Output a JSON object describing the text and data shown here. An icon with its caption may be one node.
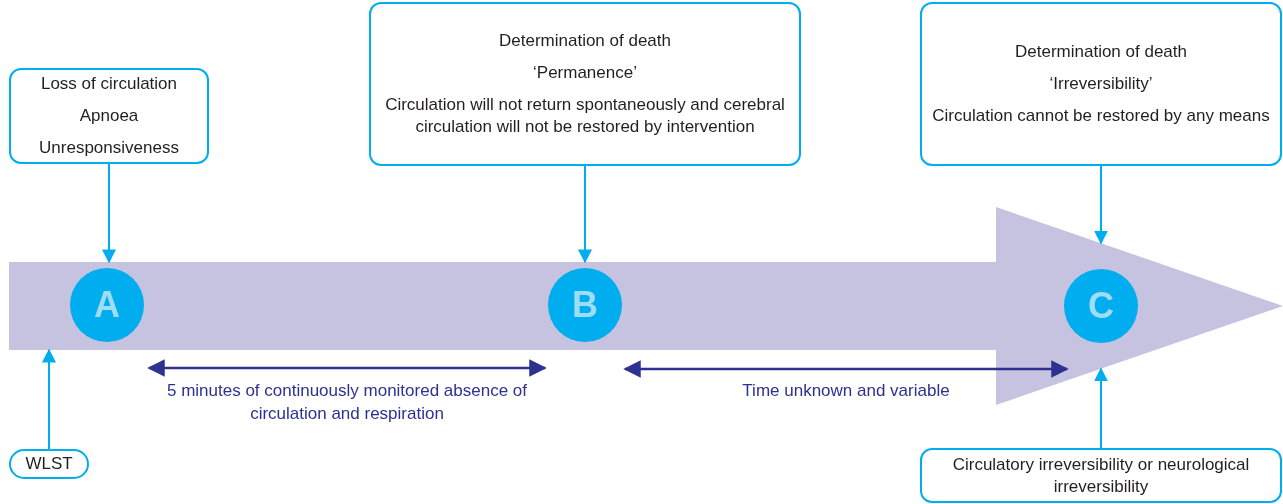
{
  "diagram": {
    "nodes": [
      {
        "text": [
          "Loss of circulation",
          "Apnoea",
          "Unresponsiveness"
        ]
      },
      {
        "text": [
          "Determination of death",
          "‘Permanence’",
          "Circulation will not return spontaneously and cerebral circulation will not be restored by intervention"
        ]
      },
      {
        "text": [
          "Determination of death",
          "‘Irreversibility’",
          "Circulation cannot be restored by any means"
        ]
      },
      {
        "text": [],
        "shape": "arrow"
      },
      {
        "text": [
          "A"
        ],
        "in": 3
      },
      {
        "text": [
          "B"
        ],
        "in": 3
      },
      {
        "text": [
          "C"
        ],
        "in": 3
      },
      {
        "text": [
          "WLST"
        ]
      },
      {
        "text": [
          "Circulatory irreversibility or neurological irreversibility"
        ]
      }
    ],
    "edges": [
      {
        "from": 0,
        "to": 3,
        "arrow": "to"
      },
      {
        "from": 1,
        "to": 3,
        "arrow": "to"
      },
      {
        "from": 2,
        "to": 3,
        "arrow": "to"
      },
      {
        "from": 7,
        "to": 3,
        "arrow": "to"
      },
      {
        "from": 8,
        "to": 3,
        "arrow": "to"
      }
    ],
    "labels": [
      "5 minutes of continuously monitored absence of circulation and respiration",
      "Time unknown and variable"
    ]
  }
}
